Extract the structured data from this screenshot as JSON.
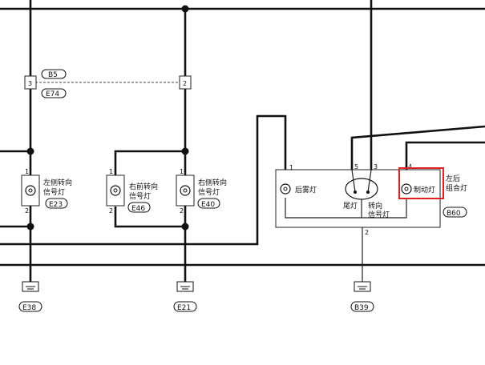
{
  "connectors": {
    "b5": "B5",
    "e74": "E74",
    "e23": "E23",
    "e46": "E46",
    "e40": "E40",
    "b60": "B60",
    "e38": "E38",
    "e21": "E21",
    "b39": "B39"
  },
  "pins": {
    "top_left": "3",
    "top_right": "2",
    "e23_top": "1",
    "e23_bottom": "2",
    "e46_top": "1",
    "e46_bottom": "2",
    "e40_top": "1",
    "e40_bottom": "2",
    "rear_fog": "1",
    "tail_left": "5",
    "tail_right": "3",
    "brake": "4",
    "combo_bottom": "2"
  },
  "labels": {
    "left_side_turn_1": "左侧转向",
    "left_side_turn_2": "信号灯",
    "right_front_turn_1": "右前转向",
    "right_front_turn_2": "信号灯",
    "right_side_turn_1": "右侧转向",
    "right_side_turn_2": "信号灯",
    "rear_fog": "后雾灯",
    "tail": "尾灯",
    "turn_1": "转向",
    "turn_2": "信号灯",
    "brake": "制动灯",
    "left_rear_1": "左后",
    "left_rear_2": "组合灯"
  },
  "colors": {
    "wire": "#111111",
    "highlight": "#e02020"
  }
}
